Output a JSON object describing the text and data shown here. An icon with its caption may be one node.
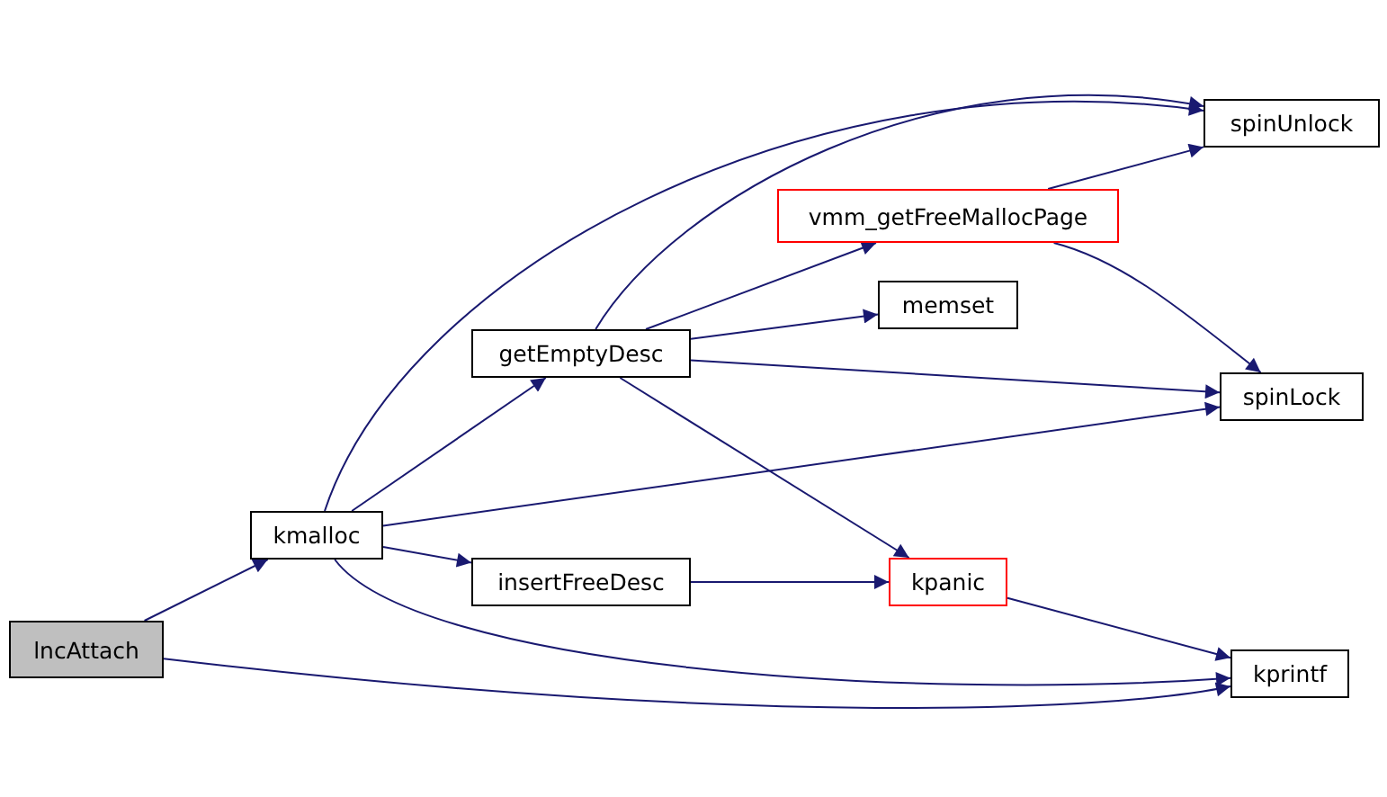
{
  "diagram": {
    "nodes": [
      {
        "text": [
          "lncAttach"
        ]
      },
      {
        "text": [
          "kmalloc"
        ]
      },
      {
        "text": [
          "getEmptyDesc"
        ]
      },
      {
        "text": [
          "insertFreeDesc"
        ]
      },
      {
        "text": [
          "vmm_getFreeMallocPage"
        ]
      },
      {
        "text": [
          "memset"
        ]
      },
      {
        "text": [
          "kpanic"
        ]
      },
      {
        "text": [
          "spinUnlock"
        ]
      },
      {
        "text": [
          "spinLock"
        ]
      },
      {
        "text": [
          "kprintf"
        ]
      }
    ],
    "edges": [
      {
        "from": 0,
        "to": 1,
        "arrow": "to"
      },
      {
        "from": 0,
        "to": 9,
        "arrow": "to"
      },
      {
        "from": 1,
        "to": 7,
        "arrow": "to"
      },
      {
        "from": 1,
        "to": 2,
        "arrow": "to"
      },
      {
        "from": 1,
        "to": 8,
        "arrow": "to"
      },
      {
        "from": 1,
        "to": 3,
        "arrow": "to"
      },
      {
        "from": 1,
        "to": 9,
        "arrow": "to"
      },
      {
        "from": 2,
        "to": 7,
        "arrow": "to"
      },
      {
        "from": 2,
        "to": 4,
        "arrow": "to"
      },
      {
        "from": 2,
        "to": 5,
        "arrow": "to"
      },
      {
        "from": 2,
        "to": 8,
        "arrow": "to"
      },
      {
        "from": 2,
        "to": 6,
        "arrow": "to"
      },
      {
        "from": 4,
        "to": 7,
        "arrow": "to"
      },
      {
        "from": 4,
        "to": 8,
        "arrow": "to"
      },
      {
        "from": 3,
        "to": 6,
        "arrow": "to"
      },
      {
        "from": 6,
        "to": 9,
        "arrow": "to"
      }
    ]
  }
}
